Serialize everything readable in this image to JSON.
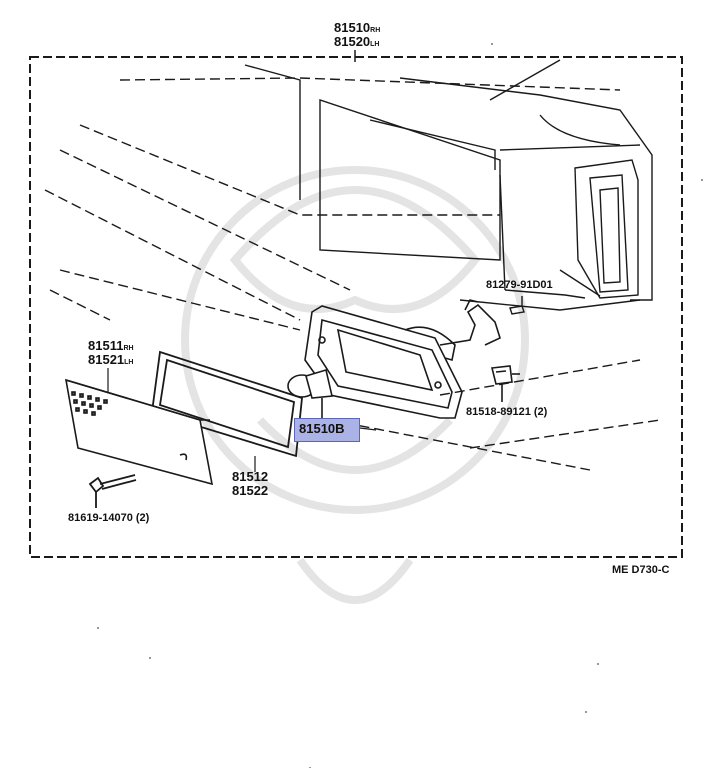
{
  "labels": {
    "top_rh": "81510",
    "top_rh_suffix": "RH",
    "top_lh": "81520",
    "top_lh_suffix": "LH",
    "screw_top": "81279-91D01",
    "lens_rh": "81511",
    "lens_rh_suffix": "RH",
    "lens_lh": "81521",
    "lens_lh_suffix": "LH",
    "gasket_a": "81512",
    "gasket_b": "81522",
    "bulb_part": "81510B",
    "nut": "81518-89121 (2)",
    "screw_bottom": "81619-14070 (2)",
    "diagram_code": "ME D730-C"
  },
  "colors": {
    "line": "#1a1a1a",
    "highlight_fill": "#aab2e6",
    "highlight_border": "#5a66b8",
    "watermark": "#e4e4e4"
  }
}
